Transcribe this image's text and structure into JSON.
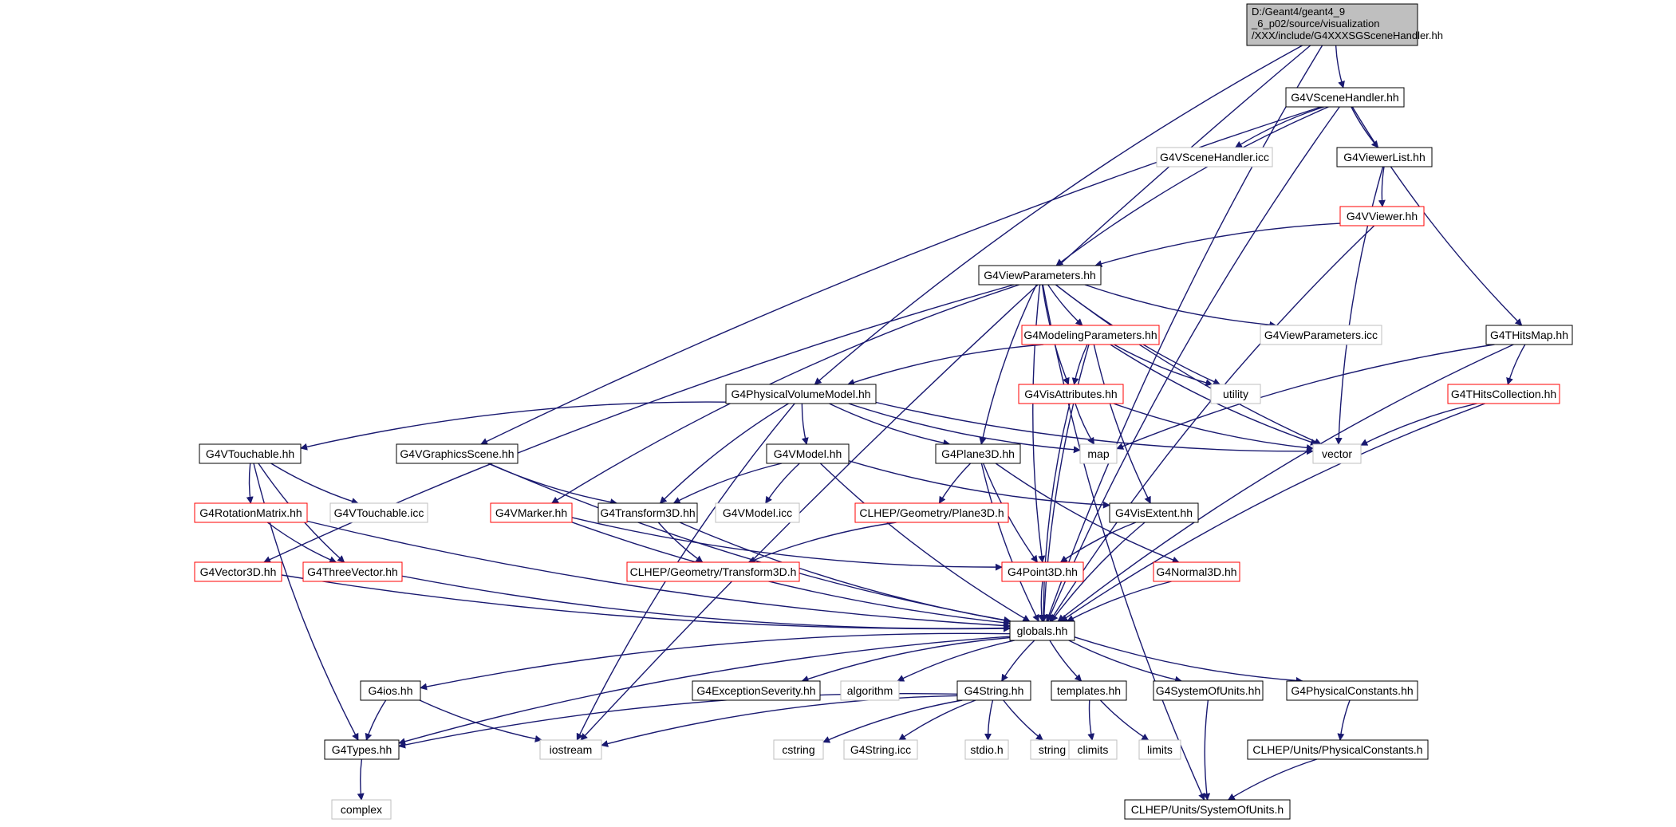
{
  "colors": {
    "edge": "#191970",
    "black_border": "#000000",
    "red_border": "#ff0000",
    "gray_border": "#bfbfbf",
    "root_fill": "#bfbfbf"
  },
  "root": {
    "id": "root",
    "lines": [
      "D:/Geant4/geant4_9",
      "_6_p02/source/visualization",
      "/XXX/include/G4XXXSGSceneHandler.hh"
    ]
  },
  "nodes": [
    {
      "id": "vscenehandler",
      "label": "G4VSceneHandler.hh",
      "style": "black"
    },
    {
      "id": "vscenehandler_icc",
      "label": "G4VSceneHandler.icc",
      "style": "gray"
    },
    {
      "id": "viewerlist",
      "label": "G4ViewerList.hh",
      "style": "black"
    },
    {
      "id": "vviewer",
      "label": "G4VViewer.hh",
      "style": "red"
    },
    {
      "id": "viewparameters",
      "label": "G4ViewParameters.hh",
      "style": "black"
    },
    {
      "id": "viewparameters_icc",
      "label": "G4ViewParameters.icc",
      "style": "gray"
    },
    {
      "id": "thitsmap",
      "label": "G4THitsMap.hh",
      "style": "black"
    },
    {
      "id": "modelingparameters",
      "label": "G4ModelingParameters.hh",
      "style": "red"
    },
    {
      "id": "utility",
      "label": "utility",
      "style": "gray"
    },
    {
      "id": "physicalvolumemodel",
      "label": "G4PhysicalVolumeModel.hh",
      "style": "black"
    },
    {
      "id": "visattributes",
      "label": "G4VisAttributes.hh",
      "style": "red"
    },
    {
      "id": "thitscollection",
      "label": "G4THitsCollection.hh",
      "style": "red"
    },
    {
      "id": "vtouchable",
      "label": "G4VTouchable.hh",
      "style": "black"
    },
    {
      "id": "vgraphicsscene",
      "label": "G4VGraphicsScene.hh",
      "style": "black"
    },
    {
      "id": "vmodel",
      "label": "G4VModel.hh",
      "style": "black"
    },
    {
      "id": "plane3d",
      "label": "G4Plane3D.hh",
      "style": "black"
    },
    {
      "id": "map",
      "label": "map",
      "style": "gray"
    },
    {
      "id": "vector",
      "label": "vector",
      "style": "gray"
    },
    {
      "id": "rotationmatrix",
      "label": "G4RotationMatrix.hh",
      "style": "red"
    },
    {
      "id": "vtouchable_icc",
      "label": "G4VTouchable.icc",
      "style": "gray"
    },
    {
      "id": "vmarker",
      "label": "G4VMarker.hh",
      "style": "red"
    },
    {
      "id": "transform3d",
      "label": "G4Transform3D.hh",
      "style": "black"
    },
    {
      "id": "vmodel_icc",
      "label": "G4VModel.icc",
      "style": "gray"
    },
    {
      "id": "clhep_plane3d",
      "label": "CLHEP/Geometry/Plane3D.h",
      "style": "red"
    },
    {
      "id": "visextent",
      "label": "G4VisExtent.hh",
      "style": "black"
    },
    {
      "id": "vector3d",
      "label": "G4Vector3D.hh",
      "style": "red"
    },
    {
      "id": "threevector",
      "label": "G4ThreeVector.hh",
      "style": "red"
    },
    {
      "id": "clhep_transform3d",
      "label": "CLHEP/Geometry/Transform3D.h",
      "style": "red"
    },
    {
      "id": "point3d",
      "label": "G4Point3D.hh",
      "style": "red"
    },
    {
      "id": "normal3d",
      "label": "G4Normal3D.hh",
      "style": "red"
    },
    {
      "id": "globals",
      "label": "globals.hh",
      "style": "black"
    },
    {
      "id": "g4ios",
      "label": "G4ios.hh",
      "style": "black"
    },
    {
      "id": "exceptionseverity",
      "label": "G4ExceptionSeverity.hh",
      "style": "black"
    },
    {
      "id": "algorithm",
      "label": "algorithm",
      "style": "gray"
    },
    {
      "id": "g4string",
      "label": "G4String.hh",
      "style": "black"
    },
    {
      "id": "templates",
      "label": "templates.hh",
      "style": "black"
    },
    {
      "id": "systemofunits",
      "label": "G4SystemOfUnits.hh",
      "style": "black"
    },
    {
      "id": "physicalconstants",
      "label": "G4PhysicalConstants.hh",
      "style": "black"
    },
    {
      "id": "g4types",
      "label": "G4Types.hh",
      "style": "black"
    },
    {
      "id": "iostream",
      "label": "iostream",
      "style": "gray"
    },
    {
      "id": "cstring",
      "label": "cstring",
      "style": "gray"
    },
    {
      "id": "g4string_icc",
      "label": "G4String.icc",
      "style": "gray"
    },
    {
      "id": "stdio",
      "label": "stdio.h",
      "style": "gray"
    },
    {
      "id": "string",
      "label": "string",
      "style": "gray"
    },
    {
      "id": "climits",
      "label": "climits",
      "style": "gray"
    },
    {
      "id": "limits",
      "label": "limits",
      "style": "gray"
    },
    {
      "id": "clhep_physicalconstants",
      "label": "CLHEP/Units/PhysicalConstants.h",
      "style": "black"
    },
    {
      "id": "complex",
      "label": "complex",
      "style": "gray"
    },
    {
      "id": "clhep_systemofunits",
      "label": "CLHEP/Units/SystemOfUnits.h",
      "style": "black"
    }
  ],
  "edges": [
    [
      "root",
      "vscenehandler"
    ],
    [
      "root",
      "physicalvolumemodel"
    ],
    [
      "root",
      "globals"
    ],
    [
      "root",
      "iostream"
    ],
    [
      "vscenehandler",
      "vscenehandler_icc"
    ],
    [
      "vscenehandler",
      "viewerlist"
    ],
    [
      "vscenehandler",
      "viewparameters"
    ],
    [
      "vscenehandler",
      "thitsmap"
    ],
    [
      "vscenehandler",
      "vgraphicsscene"
    ],
    [
      "vscenehandler",
      "globals"
    ],
    [
      "viewerlist",
      "vviewer"
    ],
    [
      "viewerlist",
      "vector"
    ],
    [
      "vviewer",
      "viewparameters"
    ],
    [
      "vviewer",
      "globals"
    ],
    [
      "viewparameters",
      "viewparameters_icc"
    ],
    [
      "viewparameters",
      "modelingparameters"
    ],
    [
      "viewparameters",
      "utility"
    ],
    [
      "viewparameters",
      "visattributes"
    ],
    [
      "viewparameters",
      "vector"
    ],
    [
      "viewparameters",
      "plane3d"
    ],
    [
      "viewparameters",
      "point3d"
    ],
    [
      "viewparameters",
      "vmarker"
    ],
    [
      "viewparameters",
      "vector3d"
    ],
    [
      "viewparameters",
      "clhep_systemofunits"
    ],
    [
      "thitsmap",
      "map"
    ],
    [
      "thitsmap",
      "thitscollection"
    ],
    [
      "thitsmap",
      "globals"
    ],
    [
      "modelingparameters",
      "physicalvolumemodel"
    ],
    [
      "modelingparameters",
      "visattributes"
    ],
    [
      "modelingparameters",
      "utility"
    ],
    [
      "modelingparameters",
      "vector"
    ],
    [
      "modelingparameters",
      "globals"
    ],
    [
      "modelingparameters",
      "visextent"
    ],
    [
      "physicalvolumemodel",
      "vtouchable"
    ],
    [
      "physicalvolumemodel",
      "vmodel"
    ],
    [
      "physicalvolumemodel",
      "plane3d"
    ],
    [
      "physicalvolumemodel",
      "map"
    ],
    [
      "physicalvolumemodel",
      "vector"
    ],
    [
      "physicalvolumemodel",
      "transform3d"
    ],
    [
      "physicalvolumemodel",
      "iostream"
    ],
    [
      "visattributes",
      "map"
    ],
    [
      "visattributes",
      "vector"
    ],
    [
      "visattributes",
      "globals"
    ],
    [
      "thitscollection",
      "vector"
    ],
    [
      "thitscollection",
      "globals"
    ],
    [
      "vtouchable",
      "rotationmatrix"
    ],
    [
      "vtouchable",
      "vtouchable_icc"
    ],
    [
      "vtouchable",
      "threevector"
    ],
    [
      "vtouchable",
      "g4types"
    ],
    [
      "vgraphicsscene",
      "transform3d"
    ],
    [
      "vgraphicsscene",
      "globals"
    ],
    [
      "vmodel",
      "transform3d"
    ],
    [
      "vmodel",
      "vmodel_icc"
    ],
    [
      "vmodel",
      "visextent"
    ],
    [
      "vmodel",
      "globals"
    ],
    [
      "plane3d",
      "clhep_plane3d"
    ],
    [
      "plane3d",
      "point3d"
    ],
    [
      "plane3d",
      "normal3d"
    ],
    [
      "plane3d",
      "globals"
    ],
    [
      "rotationmatrix",
      "threevector"
    ],
    [
      "rotationmatrix",
      "globals"
    ],
    [
      "vmarker",
      "point3d"
    ],
    [
      "vmarker",
      "globals"
    ],
    [
      "transform3d",
      "clhep_transform3d"
    ],
    [
      "transform3d",
      "globals"
    ],
    [
      "clhep_plane3d",
      "clhep_transform3d"
    ],
    [
      "visextent",
      "point3d"
    ],
    [
      "visextent",
      "globals"
    ],
    [
      "vector3d",
      "globals"
    ],
    [
      "threevector",
      "globals"
    ],
    [
      "point3d",
      "globals"
    ],
    [
      "normal3d",
      "globals"
    ],
    [
      "globals",
      "g4ios"
    ],
    [
      "globals",
      "exceptionseverity"
    ],
    [
      "globals",
      "algorithm"
    ],
    [
      "globals",
      "g4string"
    ],
    [
      "globals",
      "templates"
    ],
    [
      "globals",
      "systemofunits"
    ],
    [
      "globals",
      "physicalconstants"
    ],
    [
      "globals",
      "g4types"
    ],
    [
      "g4ios",
      "g4types"
    ],
    [
      "g4ios",
      "iostream"
    ],
    [
      "g4string",
      "cstring"
    ],
    [
      "g4string",
      "g4string_icc"
    ],
    [
      "g4string",
      "stdio"
    ],
    [
      "g4string",
      "string"
    ],
    [
      "g4string",
      "iostream"
    ],
    [
      "g4string",
      "g4types"
    ],
    [
      "templates",
      "climits"
    ],
    [
      "templates",
      "limits"
    ],
    [
      "systemofunits",
      "clhep_systemofunits"
    ],
    [
      "physicalconstants",
      "clhep_physicalconstants"
    ],
    [
      "clhep_physicalconstants",
      "clhep_systemofunits"
    ],
    [
      "g4types",
      "complex"
    ]
  ]
}
